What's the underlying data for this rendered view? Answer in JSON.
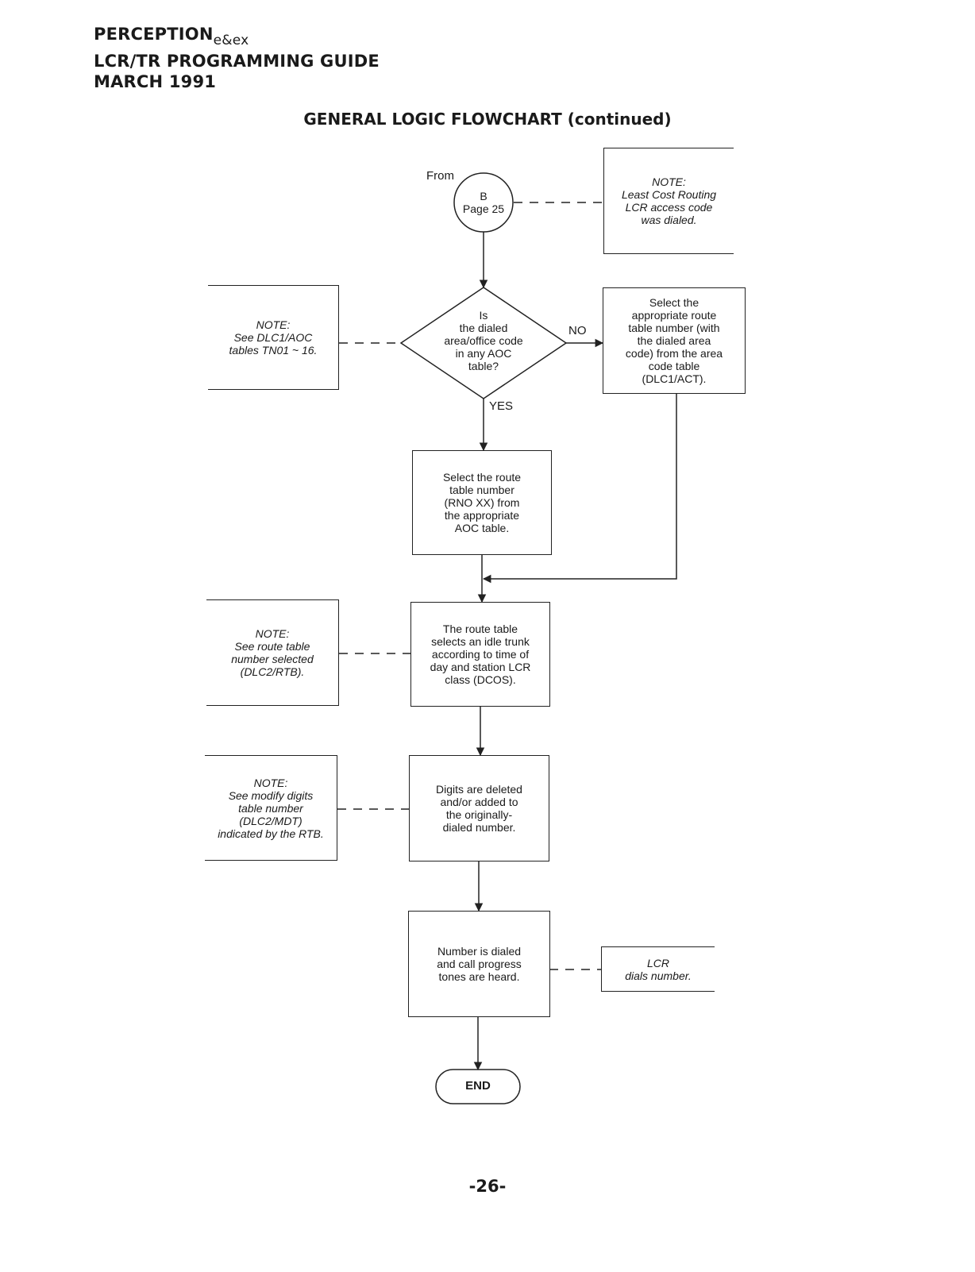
{
  "header": {
    "line1": "PERCEPTION",
    "line1_sub": "e&ex",
    "line2": "LCR/TR PROGRAMMING GUIDE",
    "line3": "MARCH 1991"
  },
  "title": "GENERAL LOGIC FLOWCHART (continued)",
  "connector": {
    "from_label": "From",
    "text": "B\nPage 25"
  },
  "notes": {
    "access_code": "NOTE:\nLeast Cost Routing\nLCR access code\nwas dialed.",
    "aoc_tables": "NOTE:\nSee DLC1/AOC\ntables TN01 ~ 16.",
    "route_table": "NOTE:\nSee route table\nnumber selected\n(DLC2/RTB).",
    "modify_digits": "NOTE:\nSee modify digits\ntable number\n(DLC2/MDT)\nindicated by the RTB.",
    "lcr_dials": "LCR\ndials number."
  },
  "decision": {
    "text": "Is\nthe dialed\narea/office code\nin any AOC\ntable?",
    "no_label": "NO",
    "yes_label": "YES"
  },
  "boxes": {
    "area_code_table": "Select the\nappropriate route\ntable number (with\nthe dialed area\ncode) from the area\ncode table\n(DLC1/ACT).",
    "aoc_route_table": "Select the route\ntable number\n(RNO XX) from\nthe appropriate\nAOC table.",
    "idle_trunk": "The route table\nselects an idle trunk\naccording to time of\nday and station LCR\nclass (DCOS).",
    "digits": "Digits are deleted\nand/or added to\nthe originally-\ndialed number.",
    "dialed": "Number is dialed\nand call progress\ntones are heard."
  },
  "terminator": "END",
  "page_number": "-26-"
}
